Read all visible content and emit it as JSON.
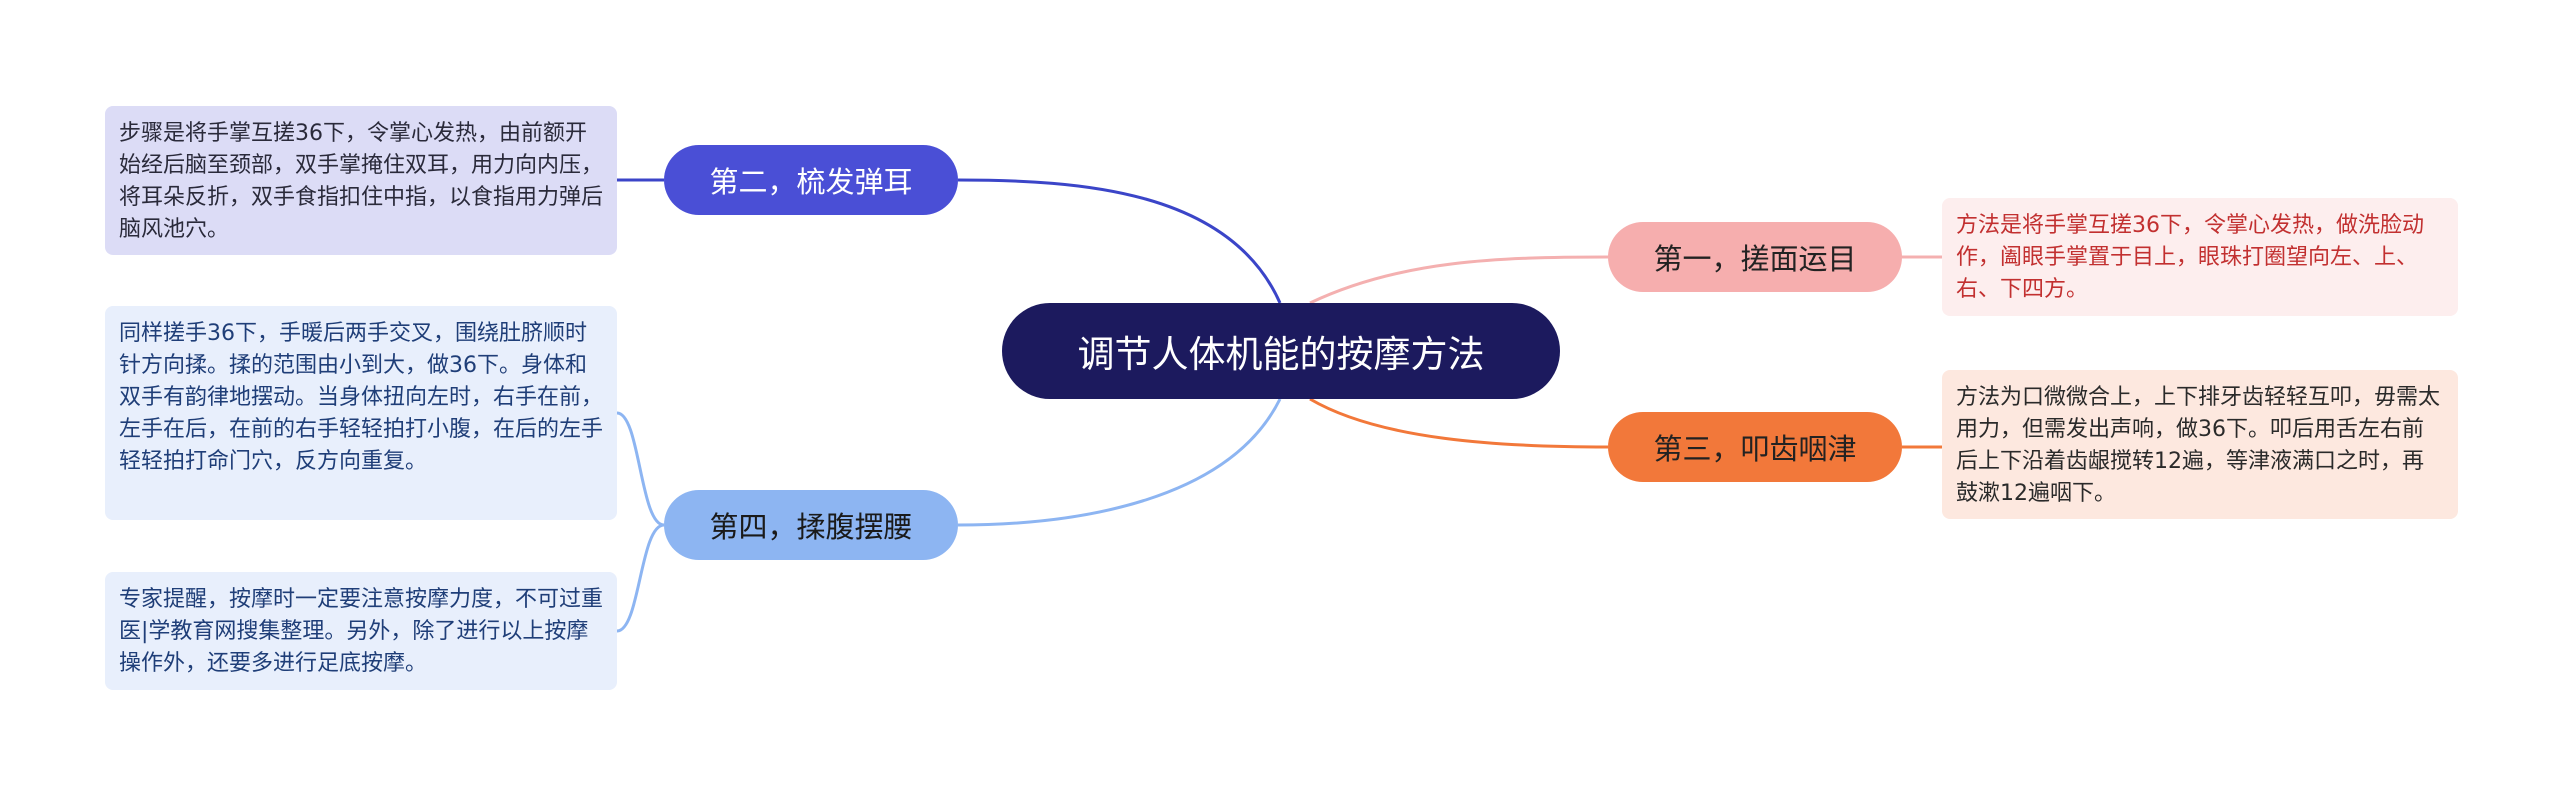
{
  "central": {
    "title": "调节人体机能的按摩方法"
  },
  "branches": {
    "b1": {
      "label": "第一，搓面运目"
    },
    "b2": {
      "label": "第二，梳发弹耳"
    },
    "b3": {
      "label": "第三，叩齿咽津"
    },
    "b4": {
      "label": "第四，揉腹摆腰"
    }
  },
  "leaves": {
    "l1": {
      "text": "方法是将手掌互搓36下，令掌心发热，做洗脸动作，阖眼手掌置于目上，眼珠打圈望向左、上、右、下四方。"
    },
    "l2": {
      "text": "步骤是将手掌互搓36下，令掌心发热，由前额开始经后脑至颈部，双手掌掩住双耳，用力向内压，将耳朵反折，双手食指扣住中指，以食指用力弹后脑风池穴。"
    },
    "l3": {
      "text": "方法为口微微合上，上下排牙齿轻轻互叩，毋需太用力，但需发出声响，做36下。叩后用舌左右前后上下沿着齿龈搅转12遍，等津液满口之时，再鼓漱12遍咽下。"
    },
    "l4a": {
      "text": "同样搓手36下，手暖后两手交叉，围绕肚脐顺时针方向揉。揉的范围由小到大，做36下。身体和双手有韵律地摆动。当身体扭向左时，右手在前，左手在后，在前的右手轻轻拍打小腹，在后的左手轻轻拍打命门穴，反方向重复。"
    },
    "l4b": {
      "text": "专家提醒，按摩时一定要注意按摩力度，不可过重医|学教育网搜集整理。另外，除了进行以上按摩操作外，还要多进行足底按摩。"
    }
  },
  "colors": {
    "central": "#1c1a5e",
    "b1": "#f6aeae",
    "b2": "#4a4fd6",
    "b3": "#f2783a",
    "b4": "#8db5f2"
  }
}
